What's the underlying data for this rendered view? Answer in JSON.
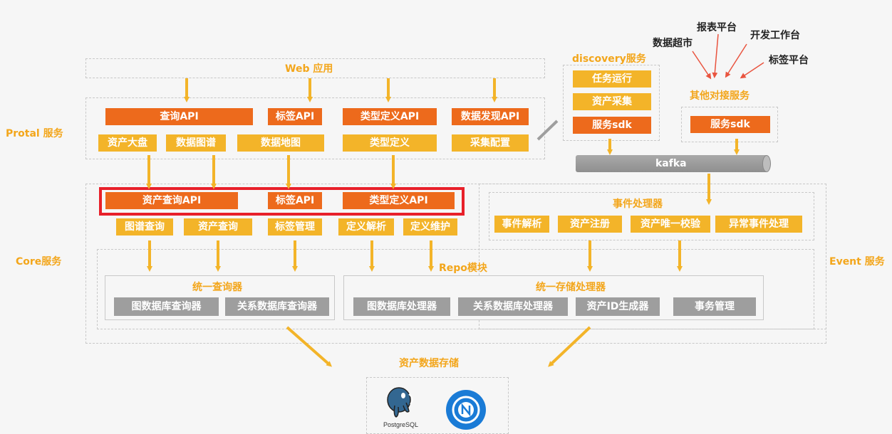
{
  "web": {
    "label": "Web 应用"
  },
  "portal": {
    "side_label": "Protal 服务",
    "apis": [
      "查询API",
      "标签API",
      "类型定义API",
      "数据发现API"
    ],
    "features": [
      "资产大盘",
      "数据图谱",
      "数据地图",
      "类型定义",
      "采集配置"
    ]
  },
  "core": {
    "side_label": "Core服务",
    "apis": [
      "资产查询API",
      "标签API",
      "类型定义API"
    ],
    "features": [
      "图谱查询",
      "资产查询",
      "标签管理",
      "定义解析",
      "定义维护"
    ]
  },
  "repo": {
    "label": "Repo模块",
    "query": {
      "title": "统一查询器",
      "items": [
        "图数据库查询器",
        "关系数据库查询器"
      ]
    },
    "storage": {
      "title": "统一存储处理器",
      "items": [
        "图数据库处理器",
        "关系数据库处理器",
        "资产ID生成器",
        "事务管理"
      ]
    }
  },
  "storage": {
    "label": "资产数据存储",
    "db1": "PostgreSQL"
  },
  "discovery": {
    "label": "discovery服务",
    "items": [
      "任务运行",
      "资产采集",
      "服务sdk"
    ]
  },
  "other": {
    "label": "其他对接服务",
    "sdk": "服务sdk",
    "sources": [
      "数据超市",
      "报表平台",
      "开发工作台",
      "标签平台"
    ]
  },
  "kafka": {
    "label": "kafka"
  },
  "event": {
    "side_label": "Event 服务",
    "processor": "事件处理器",
    "items": [
      "事件解析",
      "资产注册",
      "资产唯一校验",
      "异常事件处理"
    ]
  },
  "colors": {
    "orange": "#ed6a1c",
    "yellow": "#f3b429",
    "gray": "#9e9e9e",
    "highlight": "#e8202a"
  }
}
